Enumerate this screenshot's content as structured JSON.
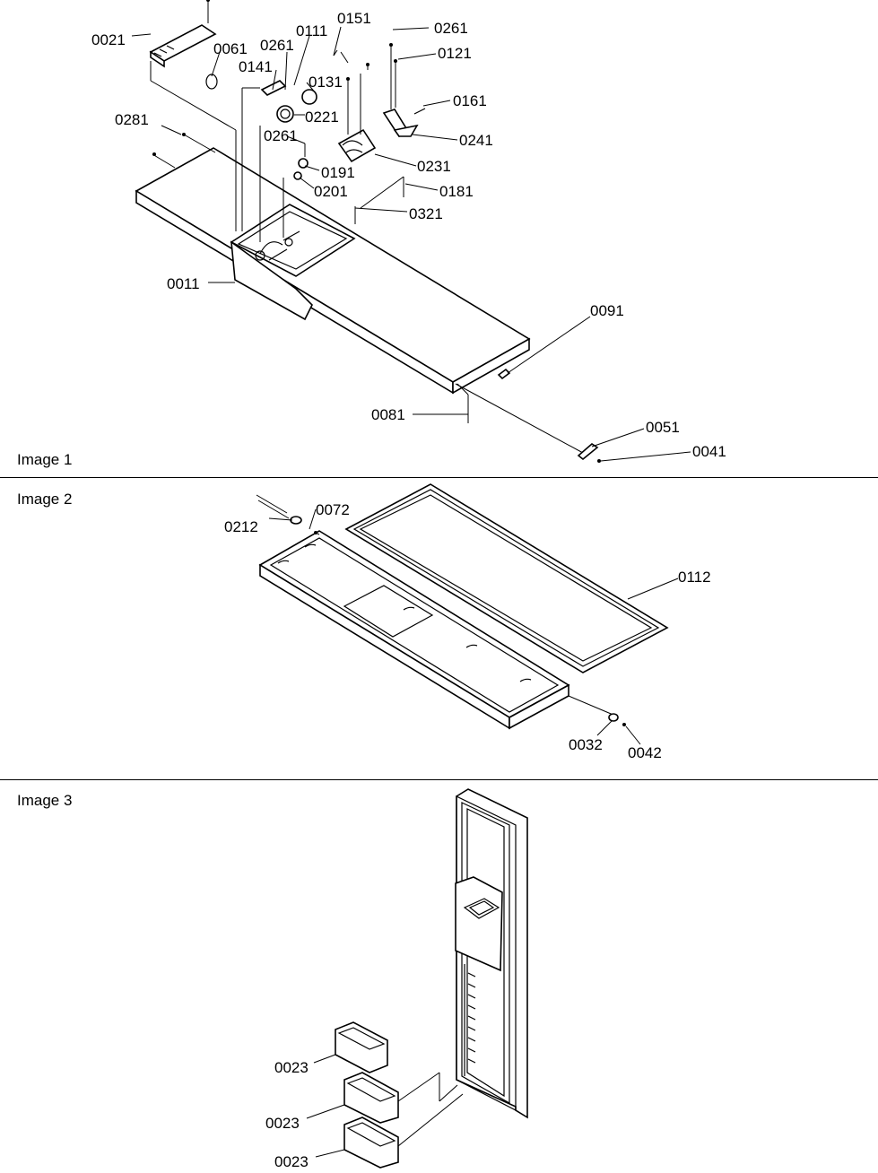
{
  "sections": [
    {
      "label": "Image 1",
      "callouts": [
        "0021",
        "0061",
        "0261",
        "0111",
        "0151",
        "0141",
        "0131",
        "0221",
        "0261",
        "0121",
        "0161",
        "0241",
        "0231",
        "0191",
        "0201",
        "0181",
        "0321",
        "0281",
        "0261",
        "0011",
        "0091",
        "0081",
        "0051",
        "0041"
      ]
    },
    {
      "label": "Image 2",
      "callouts": [
        "0212",
        "0072",
        "0112",
        "0032",
        "0042"
      ]
    },
    {
      "label": "Image 3",
      "callouts": [
        "0023",
        "0023",
        "0023"
      ]
    }
  ],
  "colors": {
    "line": "#000000",
    "background": "#ffffff"
  }
}
